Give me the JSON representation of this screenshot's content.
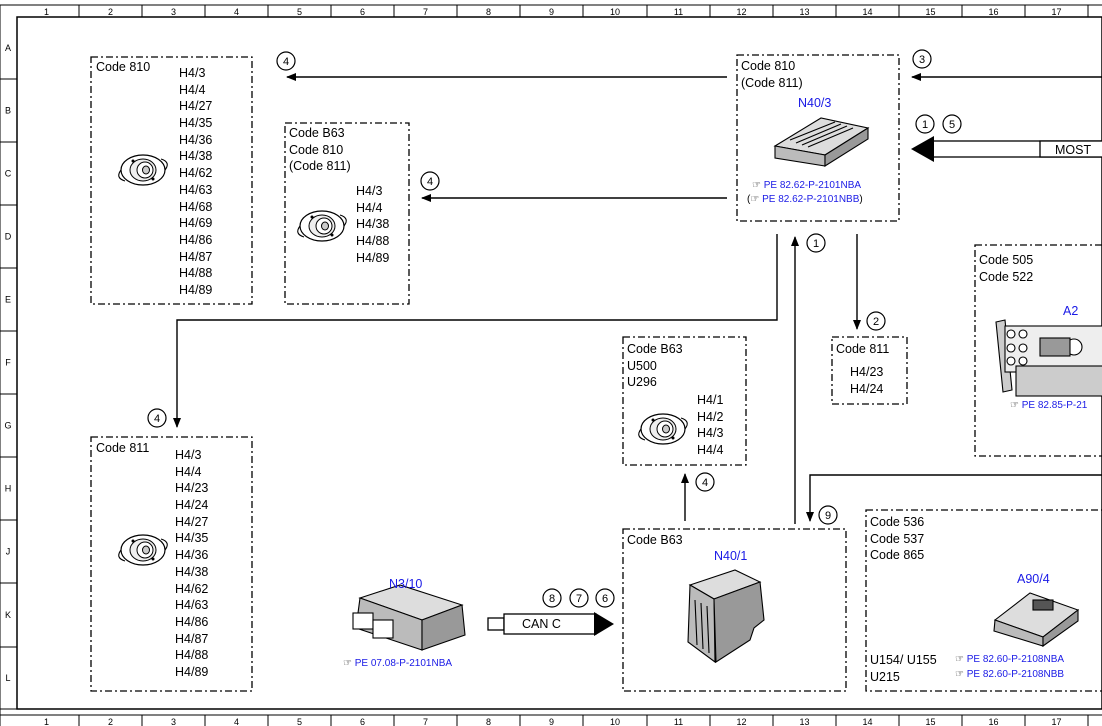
{
  "frame": {
    "columns": [
      "1",
      "2",
      "3",
      "4",
      "5",
      "6",
      "7",
      "8",
      "9",
      "10",
      "11",
      "12",
      "13",
      "14",
      "15",
      "16",
      "17"
    ],
    "rows": [
      "A",
      "B",
      "C",
      "D",
      "E",
      "F",
      "G",
      "H",
      "J",
      "K",
      "L"
    ]
  },
  "boxes": {
    "b1": {
      "codes": [
        "Code 810"
      ],
      "parts": [
        "H4/3",
        "H4/4",
        "H4/27",
        "H4/35",
        "H4/36",
        "H4/38",
        "H4/62",
        "H4/63",
        "H4/68",
        "H4/69",
        "H4/86",
        "H4/87",
        "H4/88",
        "H4/89"
      ]
    },
    "b2": {
      "codes": [
        "Code B63",
        "Code 810",
        "(Code 811)"
      ],
      "parts": [
        "H4/3",
        "H4/4",
        "H4/38",
        "H4/88",
        "H4/89"
      ]
    },
    "b3": {
      "codes": [
        "Code 810",
        "(Code 811)"
      ],
      "label": "N40/3",
      "refs": [
        "PE 82.62-P-2101NBA",
        "PE 82.62-P-2101NBB"
      ],
      "ref_open": "(",
      "ref_close": ")"
    },
    "b4": {
      "codes": [
        "Code 811"
      ],
      "parts": [
        "H4/23",
        "H4/24"
      ]
    },
    "b5": {
      "codes": [
        "Code 505",
        "Code 522"
      ],
      "label": "A2",
      "ref": "PE 82.85-P-21"
    },
    "b6": {
      "codes": [
        "Code B63",
        "U500",
        "U296"
      ],
      "parts": [
        "H4/1",
        "H4/2",
        "H4/3",
        "H4/4"
      ]
    },
    "b7": {
      "codes": [
        "Code 811"
      ],
      "parts": [
        "H4/3",
        "H4/4",
        "H4/23",
        "H4/24",
        "H4/27",
        "H4/35",
        "H4/36",
        "H4/38",
        "H4/62",
        "H4/63",
        "H4/86",
        "H4/87",
        "H4/88",
        "H4/89"
      ]
    },
    "b8": {
      "codes": [
        "Code B63"
      ],
      "label": "N40/1"
    },
    "b9": {
      "codes": [
        "Code 536",
        "Code 537",
        "Code 865"
      ],
      "label": "A90/4",
      "variants": [
        "U154/ U155",
        "U215"
      ],
      "refs": [
        "PE 82.60-P-2108NBA",
        "PE 82.60-P-2108NBB"
      ]
    }
  },
  "n3_10": {
    "label": "N3/10",
    "ref": "PE 07.08-P-2101NBA"
  },
  "bus": {
    "most": "MOST",
    "can": "CAN C"
  },
  "circles": {
    "c1": "1",
    "c2": "2",
    "c3": "3",
    "c4": "4",
    "c5": "5",
    "c6": "6",
    "c7": "7",
    "c8": "8",
    "c9": "9"
  },
  "colors": {
    "line": "#000000",
    "label": "#1a1ae6"
  }
}
